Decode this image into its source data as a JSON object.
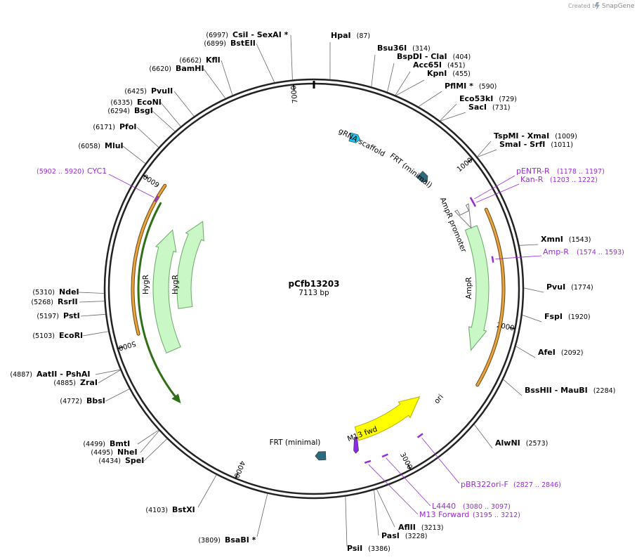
{
  "branding": {
    "created_by": "Created by",
    "product": "SnapGene"
  },
  "plasmid": {
    "name": "pCfb13203",
    "length_label": "7113 bp",
    "length": 7113
  },
  "ticks": [
    "1000",
    "2000",
    "3000",
    "4000",
    "5000",
    "6000",
    "7000"
  ],
  "enzymes": [
    {
      "name": "HpaI",
      "pos": "(87)"
    },
    {
      "name": "Bsu36I",
      "pos": "(314)"
    },
    {
      "name": "BspDI  - ClaI",
      "pos": "(404)"
    },
    {
      "name": "Acc65I",
      "pos": "(451)"
    },
    {
      "name": "KpnI",
      "pos": "(455)"
    },
    {
      "name": "PflMI *",
      "pos": "(590)"
    },
    {
      "name": "Eco53kI",
      "pos": "(729)"
    },
    {
      "name": "SacI",
      "pos": "(731)"
    },
    {
      "name": "TspMI  - XmaI",
      "pos": "(1009)"
    },
    {
      "name": "SmaI  - SrfI",
      "pos": "(1011)"
    },
    {
      "name": "XmnI",
      "pos": "(1543)"
    },
    {
      "name": "PvuI",
      "pos": "(1774)"
    },
    {
      "name": "FspI",
      "pos": "(1920)"
    },
    {
      "name": "AfeI",
      "pos": "(2092)"
    },
    {
      "name": "BssHII  - MauBI",
      "pos": "(2284)"
    },
    {
      "name": "AlwNI",
      "pos": "(2573)"
    },
    {
      "name": "AflII",
      "pos": "(3213)"
    },
    {
      "name": "PasI",
      "pos": "(3228)"
    },
    {
      "name": "PsiI",
      "pos": "(3386)"
    },
    {
      "name": "BsaBI *",
      "pos": "(3809)"
    },
    {
      "name": "BstXI",
      "pos": "(4103)"
    },
    {
      "name": "SpeI",
      "pos": "(4434)"
    },
    {
      "name": "NheI",
      "pos": "(4495)"
    },
    {
      "name": "BmtI",
      "pos": "(4499)"
    },
    {
      "name": "BbsI",
      "pos": "(4772)"
    },
    {
      "name": "ZraI",
      "pos": "(4885)"
    },
    {
      "name": "AatII  - PshAI",
      "pos": "(4887)"
    },
    {
      "name": "EcoRI",
      "pos": "(5103)"
    },
    {
      "name": "PstI",
      "pos": "(5197)"
    },
    {
      "name": "RsrII",
      "pos": "(5268)"
    },
    {
      "name": "NdeI",
      "pos": "(5310)"
    },
    {
      "name": "MluI",
      "pos": "(6058)"
    },
    {
      "name": "PfoI",
      "pos": "(6171)"
    },
    {
      "name": "BsgI",
      "pos": "(6294)"
    },
    {
      "name": "EcoNI",
      "pos": "(6335)"
    },
    {
      "name": "PvuII",
      "pos": "(6425)"
    },
    {
      "name": "BamHI",
      "pos": "(6620)"
    },
    {
      "name": "KflI",
      "pos": "(6662)"
    },
    {
      "name": "BstEII",
      "pos": "(6899)"
    },
    {
      "name": "CsiI  - SexAI *",
      "pos": "(6997)"
    }
  ],
  "primers": [
    {
      "name": "pENTR-R",
      "pos": "(1178 .. 1197)"
    },
    {
      "name": "Kan-R",
      "pos": "(1203 .. 1222)"
    },
    {
      "name": "Amp-R",
      "pos": "(1574 .. 1593)"
    },
    {
      "name": "pBR322ori-F",
      "pos": "(2827 .. 2846)"
    },
    {
      "name": "L4440",
      "pos": "(3080 .. 3097)"
    },
    {
      "name": "M13 Forward",
      "pos": "(3195 .. 3212)"
    },
    {
      "name": "CYC1",
      "pos": "(5902 .. 5920)"
    }
  ],
  "features": [
    {
      "name": "gRNA scaffold",
      "color": "#1ec5f0"
    },
    {
      "name": "FRT (minimal)",
      "color": "#2e6b7f"
    },
    {
      "name": "AmpR promoter",
      "color": "#ffffff"
    },
    {
      "name": "AmpR",
      "color": "#c9f7c6"
    },
    {
      "name": "ori",
      "color": "#ffff00"
    },
    {
      "name": "M13 fwd",
      "color": "#8a2be2"
    },
    {
      "name": "FRT (minimal)",
      "color": "#2e6b7f"
    },
    {
      "name": "HygR",
      "color": "#c9f7c6"
    },
    {
      "name": "HygR",
      "color": "#c9f7c6"
    }
  ],
  "colors": {
    "primer": "#9a2bd6",
    "orange_arc": "#e8a33c",
    "green_arc": "#3c8c1e",
    "backbone": "#222222"
  }
}
